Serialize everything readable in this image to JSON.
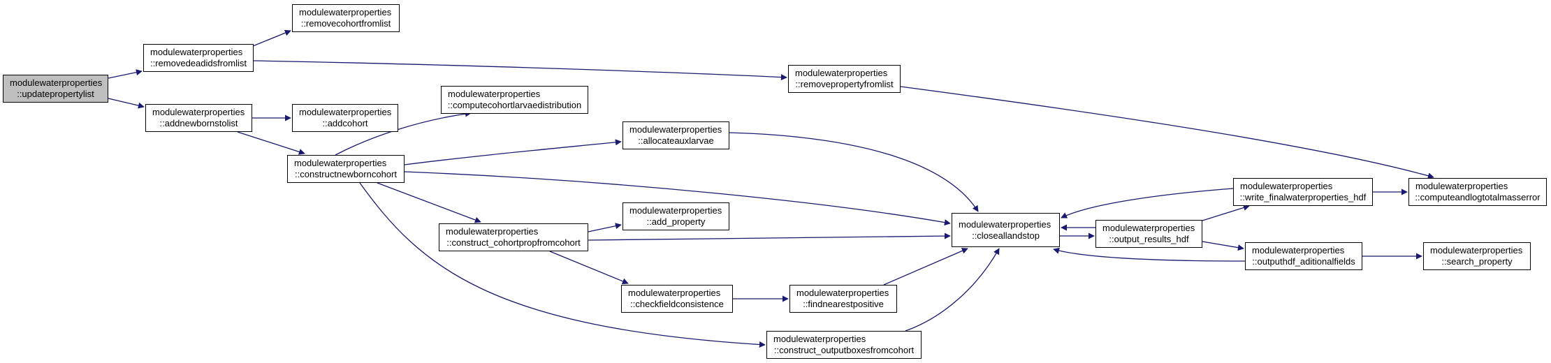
{
  "nodes": {
    "updatepropertylist": {
      "line1": "modulewaterproperties",
      "line2": "::updatepropertylist"
    },
    "removedeadidsfromlist": {
      "line1": "modulewaterproperties",
      "line2": "::removedeadidsfromlist"
    },
    "addnewbornstolist": {
      "line1": "modulewaterproperties",
      "line2": "::addnewbornstolist"
    },
    "removecohortfromlist": {
      "line1": "modulewaterproperties",
      "line2": "::removecohortfromlist"
    },
    "addcohort": {
      "line1": "modulewaterproperties",
      "line2": "::addcohort"
    },
    "constructnewborncohort": {
      "line1": "modulewaterproperties",
      "line2": "::constructnewborncohort"
    },
    "computecohortlarvaedistribution": {
      "line1": "modulewaterproperties",
      "line2": "::computecohortlarvaedistribution"
    },
    "construct_cohortpropfromcohort": {
      "line1": "modulewaterproperties",
      "line2": "::construct_cohortpropfromcohort"
    },
    "allocateauxlarvae": {
      "line1": "modulewaterproperties",
      "line2": "::allocateauxlarvae"
    },
    "add_property": {
      "line1": "modulewaterproperties",
      "line2": "::add_property"
    },
    "checkfieldconsistence": {
      "line1": "modulewaterproperties",
      "line2": "::checkfieldconsistence"
    },
    "removepropertyfromlist": {
      "line1": "modulewaterproperties",
      "line2": "::removepropertyfromlist"
    },
    "findnearestpositive": {
      "line1": "modulewaterproperties",
      "line2": "::findnearestpositive"
    },
    "construct_outputboxesfromcohort": {
      "line1": "modulewaterproperties",
      "line2": "::construct_outputboxesfromcohort"
    },
    "closeallandstop": {
      "line1": "modulewaterproperties",
      "line2": "::closeallandstop"
    },
    "output_results_hdf": {
      "line1": "modulewaterproperties",
      "line2": "::output_results_hdf"
    },
    "write_finalwaterproperties_hdf": {
      "line1": "modulewaterproperties",
      "line2": "::write_finalwaterproperties_hdf"
    },
    "outputhdf_aditionalfields": {
      "line1": "modulewaterproperties",
      "line2": "::outputhdf_aditionalfields"
    },
    "computeandlogtotalmasserror": {
      "line1": "modulewaterproperties",
      "line2": "::computeandlogtotalmasserror"
    },
    "search_property": {
      "line1": "modulewaterproperties",
      "line2": "::search_property"
    }
  },
  "edges": [
    [
      "updatepropertylist",
      "removedeadidsfromlist"
    ],
    [
      "updatepropertylist",
      "addnewbornstolist"
    ],
    [
      "removedeadidsfromlist",
      "removecohortfromlist"
    ],
    [
      "removedeadidsfromlist",
      "removepropertyfromlist"
    ],
    [
      "removepropertyfromlist",
      "computeandlogtotalmasserror"
    ],
    [
      "addnewbornstolist",
      "addcohort"
    ],
    [
      "addnewbornstolist",
      "constructnewborncohort"
    ],
    [
      "constructnewborncohort",
      "computecohortlarvaedistribution"
    ],
    [
      "constructnewborncohort",
      "allocateauxlarvae"
    ],
    [
      "constructnewborncohort",
      "closeallandstop"
    ],
    [
      "constructnewborncohort",
      "construct_cohortpropfromcohort"
    ],
    [
      "constructnewborncohort",
      "construct_outputboxesfromcohort"
    ],
    [
      "allocateauxlarvae",
      "closeallandstop"
    ],
    [
      "construct_cohortpropfromcohort",
      "add_property"
    ],
    [
      "construct_cohortpropfromcohort",
      "closeallandstop"
    ],
    [
      "construct_cohortpropfromcohort",
      "checkfieldconsistence"
    ],
    [
      "checkfieldconsistence",
      "findnearestpositive"
    ],
    [
      "findnearestpositive",
      "closeallandstop"
    ],
    [
      "construct_outputboxesfromcohort",
      "closeallandstop"
    ],
    [
      "closeallandstop",
      "output_results_hdf"
    ],
    [
      "output_results_hdf",
      "closeallandstop"
    ],
    [
      "output_results_hdf",
      "write_finalwaterproperties_hdf"
    ],
    [
      "output_results_hdf",
      "outputhdf_aditionalfields"
    ],
    [
      "write_finalwaterproperties_hdf",
      "closeallandstop"
    ],
    [
      "write_finalwaterproperties_hdf",
      "computeandlogtotalmasserror"
    ],
    [
      "outputhdf_aditionalfields",
      "closeallandstop"
    ],
    [
      "outputhdf_aditionalfields",
      "search_property"
    ]
  ],
  "colors": {
    "edge": "#191970",
    "root_fill": "#bfbfbf",
    "node_fill": "#ffffff",
    "border": "#000000"
  }
}
